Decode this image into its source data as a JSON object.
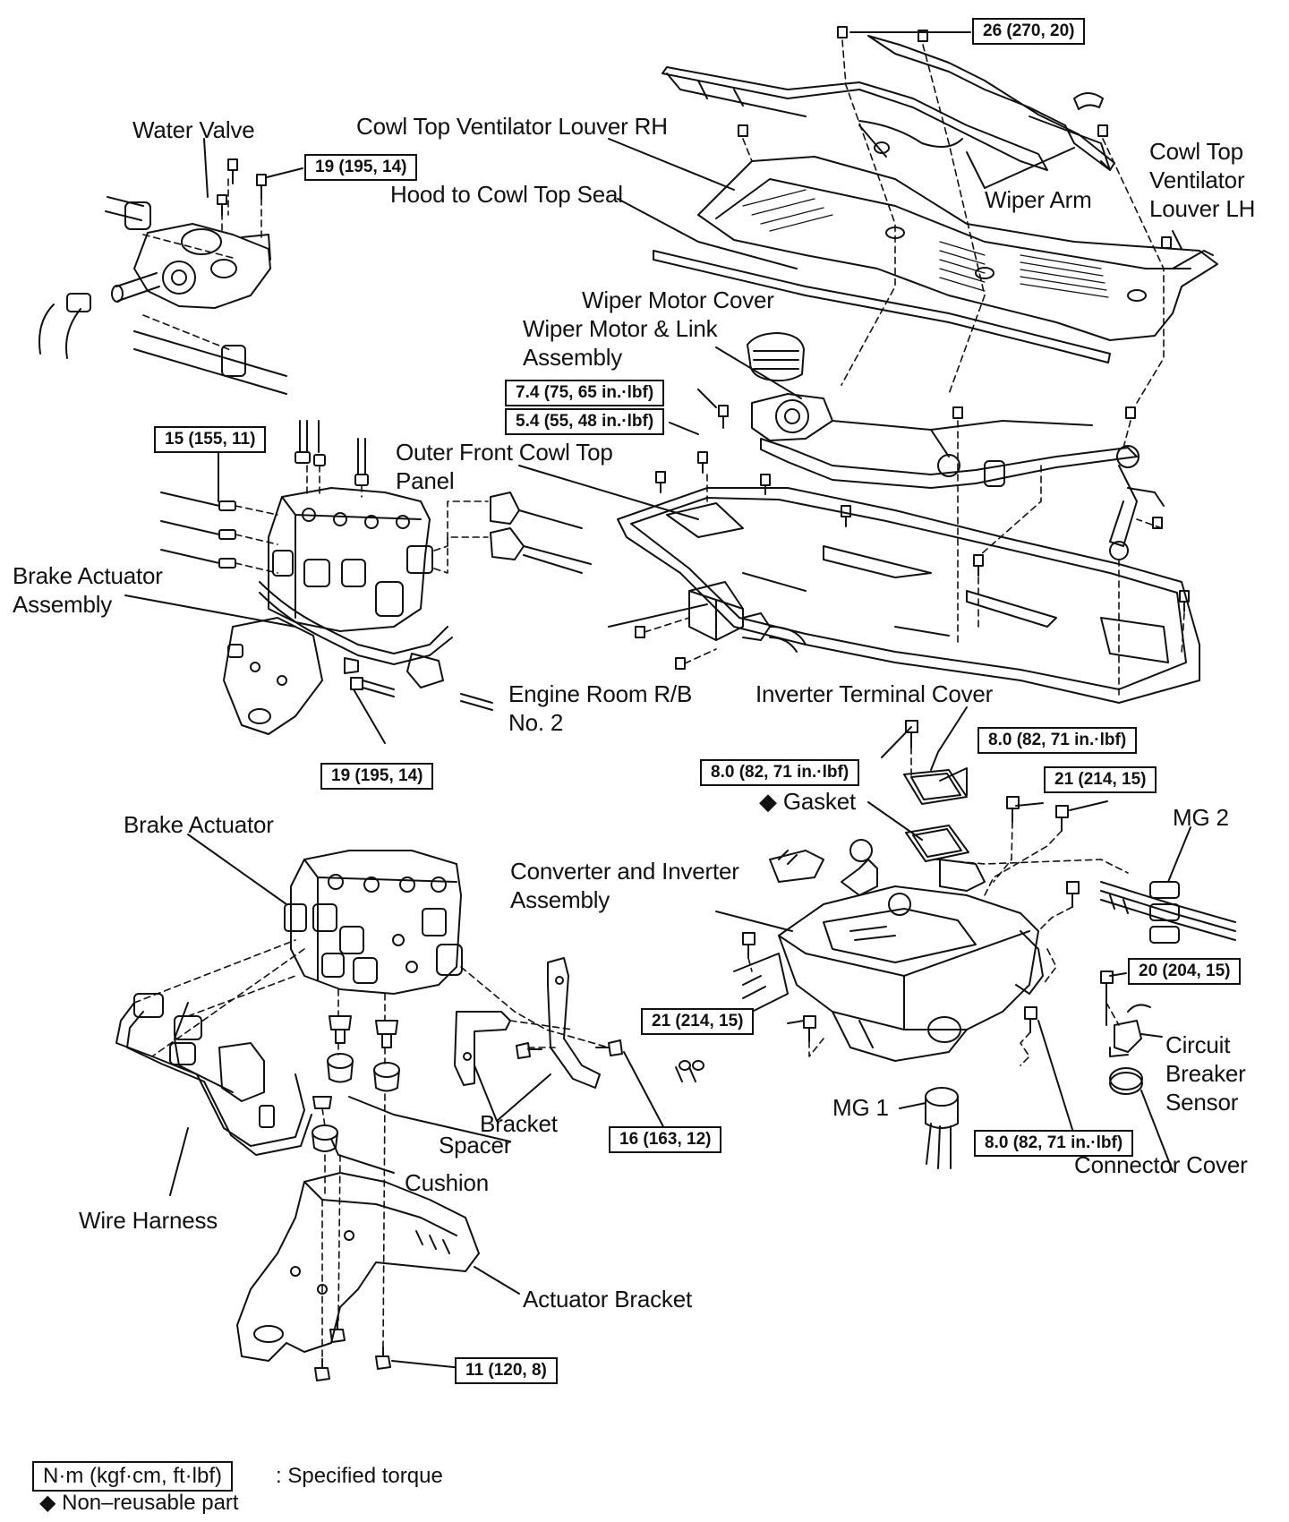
{
  "labels": {
    "water_valve": "Water Valve",
    "cowl_louver_rh": "Cowl Top Ventilator Louver RH",
    "hood_seal": "Hood to Cowl Top Seal",
    "wiper_arm": "Wiper Arm",
    "cowl_louver_lh_1": "Cowl Top",
    "cowl_louver_lh_2": "Ventilator",
    "cowl_louver_lh_3": "Louver LH",
    "wiper_motor_cover": "Wiper Motor Cover",
    "wiper_motor_link_1": "Wiper Motor & Link",
    "wiper_motor_link_2": "Assembly",
    "outer_cowl_1": "Outer Front Cowl Top",
    "outer_cowl_2": "Panel",
    "brake_actuator_assy_1": "Brake Actuator",
    "brake_actuator_assy_2": "Assembly",
    "engine_room_rb_1": "Engine  Room  R/B",
    "engine_room_rb_2": "No. 2",
    "inverter_terminal_cover": "Inverter Terminal Cover",
    "gasket": "◆ Gasket",
    "mg2": "MG 2",
    "brake_actuator": "Brake Actuator",
    "converter_inverter_1": "Converter and Inverter",
    "converter_inverter_2": "Assembly",
    "circuit_breaker_1": "Circuit",
    "circuit_breaker_2": "Breaker",
    "circuit_breaker_3": "Sensor",
    "mg1": "MG 1",
    "connector_cover": "Connector Cover",
    "bracket": "Bracket",
    "spacer": "Spacer",
    "cushion": "Cushion",
    "wire_harness": "Wire Harness",
    "actuator_bracket": "Actuator Bracket"
  },
  "torques": {
    "t26": "26 (270, 20)",
    "t19_top": "19 (195, 14)",
    "t7_4": "7.4 (75, 65 in.·lbf)",
    "t5_4": "5.4 (55, 48 in.·lbf)",
    "t15": "15 (155, 11)",
    "t19_bottom": "19 (195, 14)",
    "t8_0_a": "8.0 (82, 71 in.·lbf)",
    "t8_0_b": "8.0 (82, 71 in.·lbf)",
    "t21_a": "21 (214, 15)",
    "t20": "20 (204, 15)",
    "t21_b": "21 (214, 15)",
    "t16": "16 (163, 12)",
    "t8_0_c": "8.0 (82, 71 in.·lbf)",
    "t11": "11 (120, 8)"
  },
  "legend": {
    "unit_box": "N·m (kgf·cm, ft·lbf)",
    "unit_text": ": Specified torque",
    "nonreusable": "◆ Non–reusable part"
  }
}
